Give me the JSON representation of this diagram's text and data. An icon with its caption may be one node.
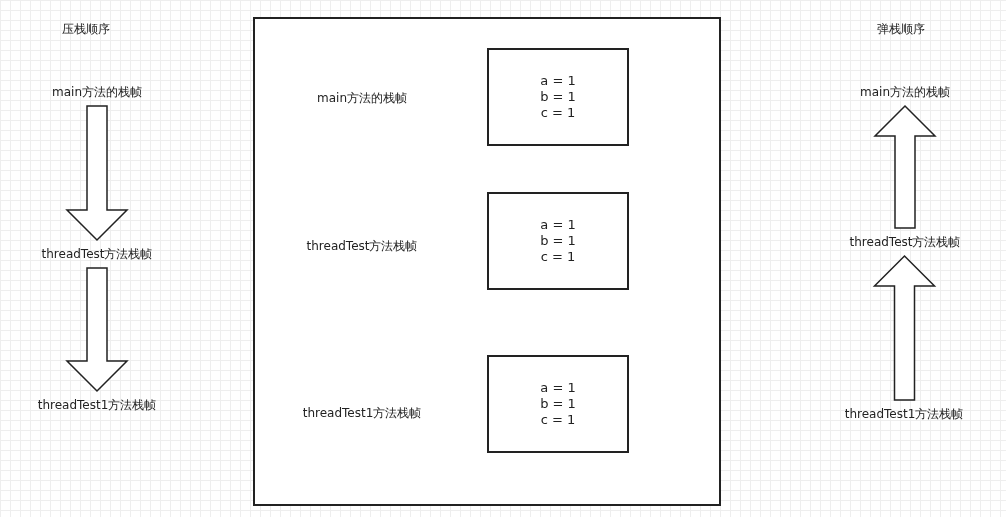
{
  "diagram": {
    "nodes": [
      {
        "text": [
          "main方法的栈帧"
        ]
      },
      {
        "text": [
          "threadTest方法栈帧"
        ]
      },
      {
        "text": [
          "threadTest1方法栈帧"
        ]
      },
      {
        "text": [],
        "shape": "box"
      },
      {
        "text": [
          "a = 1 b = 1 c = 1"
        ],
        "in": 3
      },
      {
        "text": [
          "a = 1 b = 1 c = 1"
        ],
        "in": 3
      },
      {
        "text": [
          "a = 1 b = 1 c = 1"
        ],
        "in": 3
      },
      {
        "text": [
          "main方法的栈帧"
        ]
      },
      {
        "text": [
          "threadTest方法栈帧"
        ]
      },
      {
        "text": [
          "threadTest1方法栈帧"
        ]
      }
    ],
    "edges": [
      {
        "from": 0,
        "to": 1,
        "arrow": "to"
      },
      {
        "from": 1,
        "to": 2,
        "arrow": "to"
      },
      {
        "from": 9,
        "to": 8,
        "arrow": "to"
      },
      {
        "from": 8,
        "to": 7,
        "arrow": "to"
      }
    ],
    "labels": [
      "压栈顺序",
      "弹栈顺序",
      "main方法的栈帧",
      "threadTest方法栈帧",
      "threadTest1方法栈帧"
    ]
  }
}
